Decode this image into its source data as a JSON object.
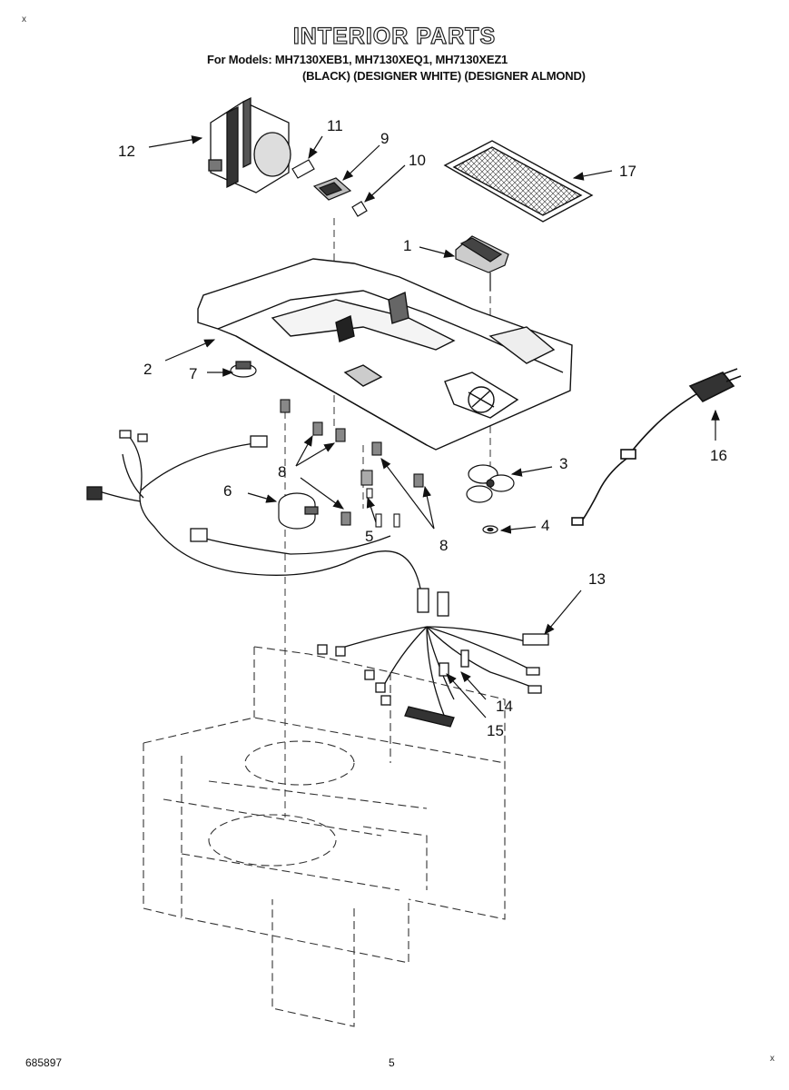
{
  "header": {
    "title": "INTERIOR PARTS",
    "models_line": "For Models: MH7130XEB1, MH7130XEQ1, MH7130XEZ1",
    "colors_line": "(BLACK) (DESIGNER WHITE) (DESIGNER ALMOND)"
  },
  "footer": {
    "doc_number": "685897",
    "page_number": "5"
  },
  "marks": {
    "top_left": "x",
    "bottom_right": "x"
  },
  "callouts": {
    "c1": "1",
    "c2": "2",
    "c3": "3",
    "c4": "4",
    "c5": "5",
    "c6": "6",
    "c7": "7",
    "c8a": "8",
    "c8b": "8",
    "c9": "9",
    "c10": "10",
    "c11": "11",
    "c12": "12",
    "c13": "13",
    "c14": "14",
    "c15": "15",
    "c16": "16",
    "c17": "17"
  }
}
